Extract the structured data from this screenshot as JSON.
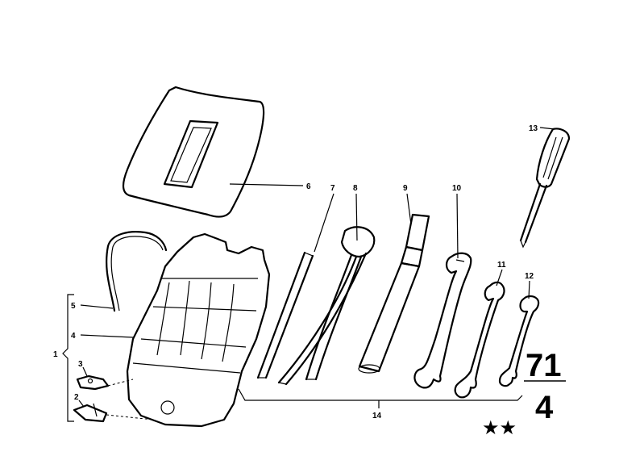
{
  "callouts": {
    "c1": "1",
    "c2": "2",
    "c3": "3",
    "c4": "4",
    "c5": "5",
    "c6": "6",
    "c7": "7",
    "c8": "8",
    "c9": "9",
    "c10": "10",
    "c11": "11",
    "c12": "12",
    "c13": "13",
    "c14": "14"
  },
  "group": {
    "top": "71",
    "bottom": "4"
  },
  "stars": "★★"
}
